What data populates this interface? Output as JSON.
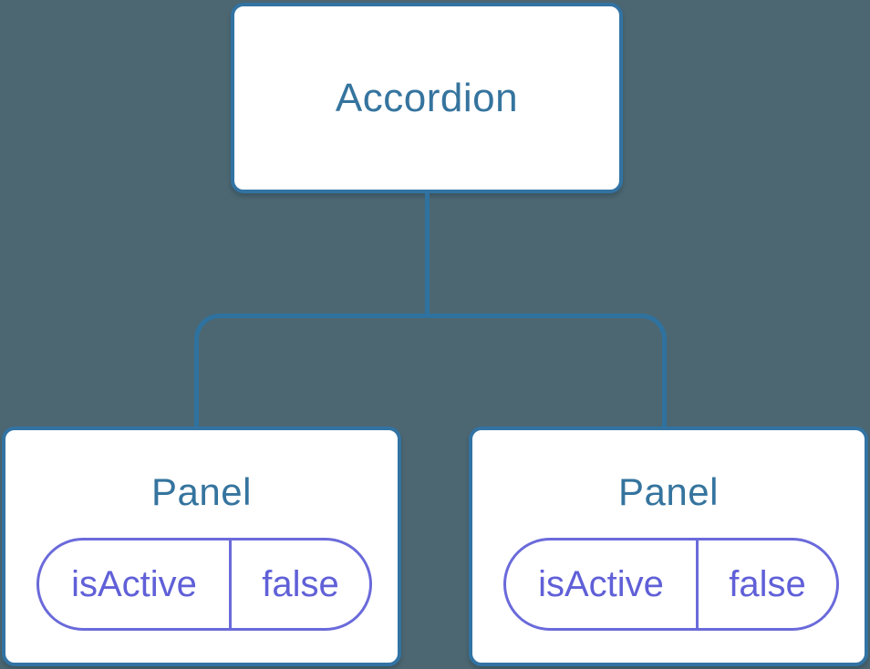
{
  "diagram": {
    "title": "component-state-tree",
    "root": {
      "label": "Accordion"
    },
    "children": [
      {
        "label": "Panel",
        "state": {
          "key": "isActive",
          "value": "false"
        }
      },
      {
        "label": "Panel",
        "state": {
          "key": "isActive",
          "value": "false"
        }
      }
    ],
    "colors": {
      "background": "#4C6772",
      "node_fill": "#FFFFFF",
      "node_border": "#3273A3",
      "node_label": "#35749E",
      "connector": "#2F729F",
      "state_border": "#6A6ADB",
      "state_text": "#6060D8"
    }
  }
}
